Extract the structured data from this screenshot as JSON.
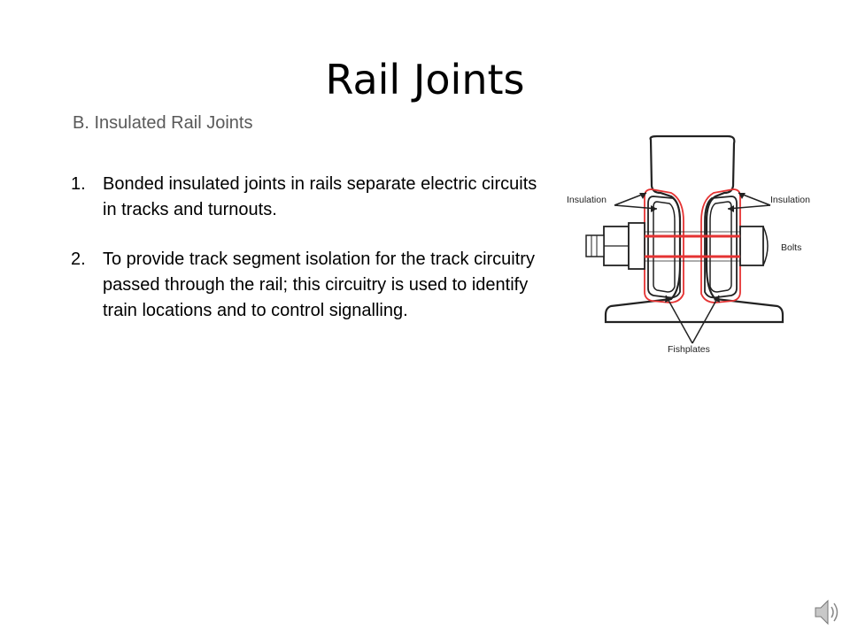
{
  "slide": {
    "title": "Rail Joints",
    "subtitle": "B. Insulated Rail Joints",
    "points": [
      {
        "num": "1.",
        "text": "Bonded insulated joints in rails separate electric circuits in tracks and turnouts."
      },
      {
        "num": "2.",
        "text": "To provide track segment isolation for the track circuitry passed through the rail; this circuitry is used to identify train locations and to control signalling."
      }
    ]
  },
  "diagram": {
    "labels": {
      "insulation_left": "Insulation",
      "insulation_right": "Insulation",
      "bolts": "Bolts",
      "fishplates": "Fishplates"
    },
    "colors": {
      "insulation": "#e53333",
      "bolt": "#e53333",
      "outline": "#222222"
    }
  },
  "audio": {
    "icon": "speaker-icon"
  }
}
